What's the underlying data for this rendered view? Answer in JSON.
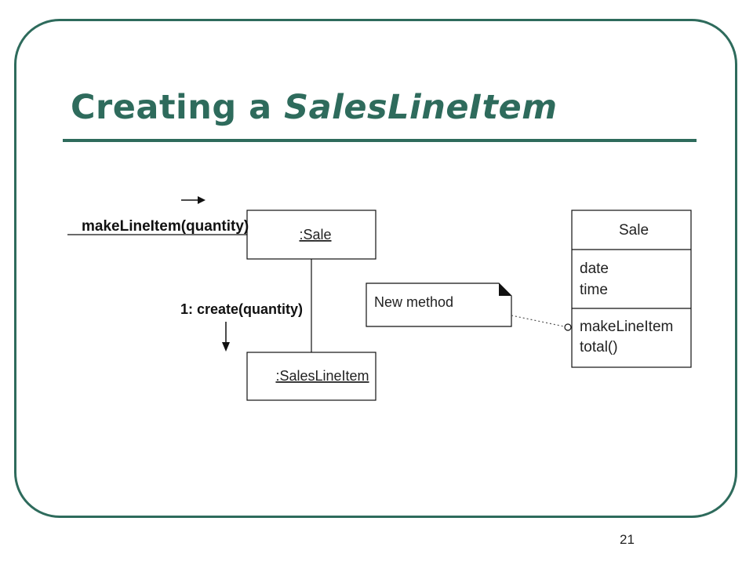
{
  "slide": {
    "title_plain": "Creating a ",
    "title_emph": "SalesLineItem",
    "number": "21"
  },
  "diagram": {
    "incoming_message": "makeLineItem(quantity)",
    "sale_object": ":Sale",
    "create_message": "1: create(quantity)",
    "line_item_object": ":SalesLineItem",
    "note": "New method",
    "class_box": {
      "name": "Sale",
      "attributes": [
        "date",
        "time"
      ],
      "operations": [
        "makeLineItem",
        "total()"
      ]
    }
  }
}
